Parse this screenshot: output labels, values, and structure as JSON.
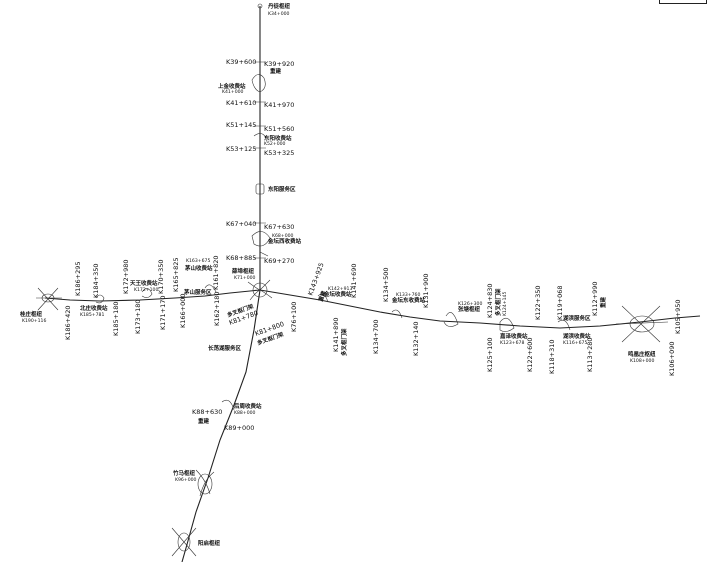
{
  "colors": {
    "line": "#222222",
    "background": "#ffffff"
  },
  "labels": {
    "north_hub": "丹徒枢纽",
    "north_hub_k": "K34+000",
    "k39600": "K39+600",
    "k39920": "K39+920",
    "rebuild1": "重建",
    "shangjin_toll": "上金收费站",
    "shangjin_k": "K41+000",
    "k41610": "K41+610",
    "k41970": "K41+970",
    "k51145": "K51+145",
    "k51560": "K51+560",
    "dongyang_toll": "东阳收费站",
    "dongyang_k": "K52+000",
    "k53125": "K53+125",
    "k53325": "K53+325",
    "dongyang_service": "东阳服务区",
    "k67040": "K67+040",
    "k67630": "K67+630",
    "jinzhuo_toll": "金坛西收费站",
    "jinzhuo_k": "K68+000",
    "k68885": "K68+885",
    "k69270": "K69+270",
    "central_hub": "薛埠枢纽",
    "central_hub_k": "K71+000",
    "k186295": "K186+295",
    "k184350": "K184+350",
    "k172980": "K172+980",
    "k170350": "K170+350",
    "k165825": "K165+825",
    "k161820": "K161+820",
    "tianwang_toll": "天王收费站",
    "tianwang_k": "K172+100",
    "maoshan_toll": "茅山收费站",
    "maoshan_k": "K163+675",
    "beizhuang_toll": "北庄收费站",
    "beizhuang_k": "K185+781",
    "maoshan_service": "茅山服务区",
    "tangxin_hub": "桂庄枢纽",
    "tangxin_k": "K190+116",
    "k186420": "K186+420",
    "k185180": "K185+180",
    "k173180": "K173+180",
    "k171170": "K171+170",
    "k166000": "K166+000",
    "k162180": "K162+180",
    "k81780": "K81+780",
    "k81800": "K81+800",
    "k76100": "K76+100",
    "multi1": "多叉枢门架",
    "multi2": "多叉枢门架",
    "k143925": "K143+925",
    "rebuild2": "重建",
    "jintan_toll": "金坛收费站",
    "jintan_k": "K142+913",
    "k141690": "K141+690",
    "k141890": "K141+890",
    "multi3": "多叉枢门架",
    "k134500": "K134+500",
    "k134700": "K134+700",
    "jintandong_toll": "金坛东收费站",
    "jintandong_k": "K133+760",
    "k131900": "K131+900",
    "k132140": "K132+140",
    "zhangqiao_hub": "张塘枢纽",
    "zhangqiao_k": "K126+300",
    "k124830": "K124+830",
    "multi4": "多叉枢门架",
    "k124145": "K124+145",
    "k122350": "K122+350",
    "k119068": "K119+068",
    "k112990": "K112+990",
    "rebuild3": "重建",
    "k105950": "K105+950",
    "k125100": "K125+100",
    "lianhu_toll": "嘉泽收费站",
    "lianhu_k": "K123+678",
    "k122600": "K122+600",
    "k118310": "K118+310",
    "hlf_toll": "湖滨收费站",
    "hlf_k": "K116+675",
    "hlf_service": "湖滨服务区",
    "k113280": "K113+280",
    "k106090": "K106+090",
    "east_hub": "鸣凰庄枢纽",
    "east_hub_k": "K108+000",
    "changdang_service": "长荡湖服务区",
    "houzhou_toll": "后周收费站",
    "houzhou_k": "K88+000",
    "k88630": "K88+630",
    "rebuild4": "重建",
    "k89000": "K89+000",
    "sima_hub": "竹马枢纽",
    "sima_k": "K96+000",
    "south_hub": "阳启枢纽"
  }
}
